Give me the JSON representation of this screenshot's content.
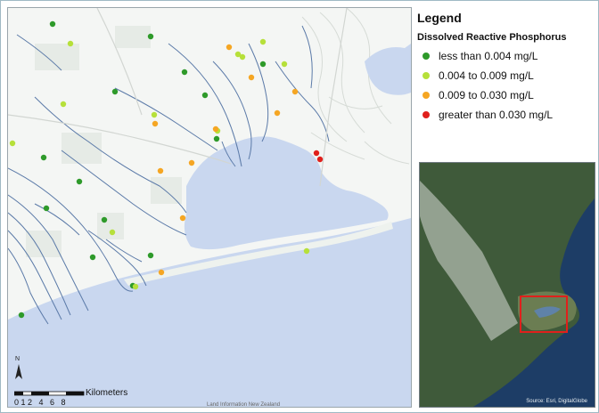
{
  "legend": {
    "title": "Legend",
    "subtitle": "Dissolved Reactive Phosphorus",
    "items": [
      {
        "label": "less than 0.004 mg/L",
        "color": "#2e9a2a"
      },
      {
        "label": "0.004 to 0.009 mg/L",
        "color": "#b6e03a"
      },
      {
        "label": "0.009 to 0.030 mg/L",
        "color": "#f5a623"
      },
      {
        "label": "greater than 0.030 mg/L",
        "color": "#e0201c"
      }
    ]
  },
  "scale_bar": {
    "unit_label": "Kilometers",
    "ticks": "0 1 2   4   6   8"
  },
  "north_arrow": {
    "letter": "N"
  },
  "credits": {
    "main_map": "Land Information New Zealand",
    "inset_map": "Source: Esri, DigitalGlobe"
  },
  "colors": {
    "water": "#c9d7ef",
    "land": "#f4f6f4",
    "river": "#5b7aa8",
    "inset_highlight": "#e0201c"
  },
  "sample_sites": [
    {
      "class": 0
    },
    {
      "class": 0
    },
    {
      "class": 0
    },
    {
      "class": 0
    },
    {
      "class": 0
    },
    {
      "class": 0
    },
    {
      "class": 0
    },
    {
      "class": 0
    },
    {
      "class": 0
    },
    {
      "class": 0
    },
    {
      "class": 0
    },
    {
      "class": 0
    },
    {
      "class": 0
    },
    {
      "class": 0
    },
    {
      "class": 0
    },
    {
      "class": 1
    },
    {
      "class": 1
    },
    {
      "class": 1
    },
    {
      "class": 1
    },
    {
      "class": 1
    },
    {
      "class": 1
    },
    {
      "class": 1
    },
    {
      "class": 1
    },
    {
      "class": 1
    },
    {
      "class": 1
    },
    {
      "class": 1
    },
    {
      "class": 1
    },
    {
      "class": 2
    },
    {
      "class": 2
    },
    {
      "class": 2
    },
    {
      "class": 2
    },
    {
      "class": 2
    },
    {
      "class": 2
    },
    {
      "class": 2
    },
    {
      "class": 2
    },
    {
      "class": 2
    },
    {
      "class": 2
    },
    {
      "class": 3
    },
    {
      "class": 3
    }
  ]
}
